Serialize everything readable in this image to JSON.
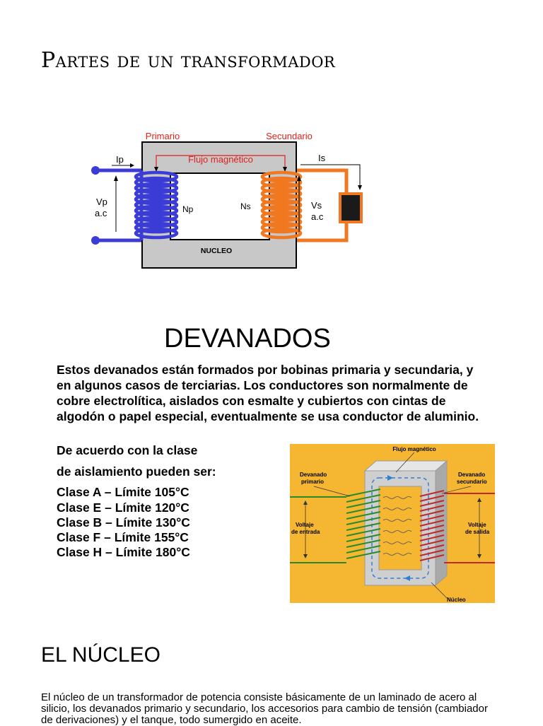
{
  "title": "Partes de un transformador",
  "figure1": {
    "primario": "Primario",
    "secundario": "Secundario",
    "flujo": "Flujo magnético",
    "ip": "Ip",
    "is": "Is",
    "vp": "Vp",
    "vp_ac": "a.c",
    "np": "Np",
    "ns": "Ns",
    "vs": "Vs",
    "vs_ac": "a.c",
    "nucleo": "NUCLEO"
  },
  "devanados": {
    "heading": "DEVANADOS",
    "paragraph": "Estos devanados están formados por bobinas primaria y secundaria, y en algunos casos de terciarias. Los conductores son normalmente de cobre electrolítica, aislados con esmalte y cubiertos con cintas de algodón o papel especial, eventualmente se usa conductor de aluminio.",
    "clase_intro_1": "De acuerdo con la clase",
    "clase_intro_2": "de aislamiento pueden ser:",
    "clases": [
      "Clase A – Límite 105°C",
      "Clase E – Límite 120°C",
      "Clase B – Límite 130°C",
      "Clase F – Límite 155°C",
      "Clase H – Límite 180°C"
    ]
  },
  "figure2": {
    "flujo": "Flujo magnético",
    "dev_primario_1": "Devanado",
    "dev_primario_2": "primario",
    "dev_secundario_1": "Devanado",
    "dev_secundario_2": "secundario",
    "voltaje_entrada_1": "Voltaje",
    "voltaje_entrada_2": "de entrada",
    "voltaje_salida_1": "Voltaje",
    "voltaje_salida_2": "de salida",
    "nucleo": "Núcleo"
  },
  "nucleo": {
    "heading": "EL NÚCLEO",
    "paragraph": "El núcleo de un transformador de potencia consiste básicamente de un laminado de acero al silicio, los devanados primario y secundario, los accesorios para cambio de tensión (cambiador de derivaciones) y el tanque, todo sumergido en aceite."
  },
  "colors": {
    "primary_coil": "#3b3bd6",
    "secondary_coil": "#f07820",
    "label_red": "#e0201a",
    "fig2_background": "#f5b731"
  }
}
